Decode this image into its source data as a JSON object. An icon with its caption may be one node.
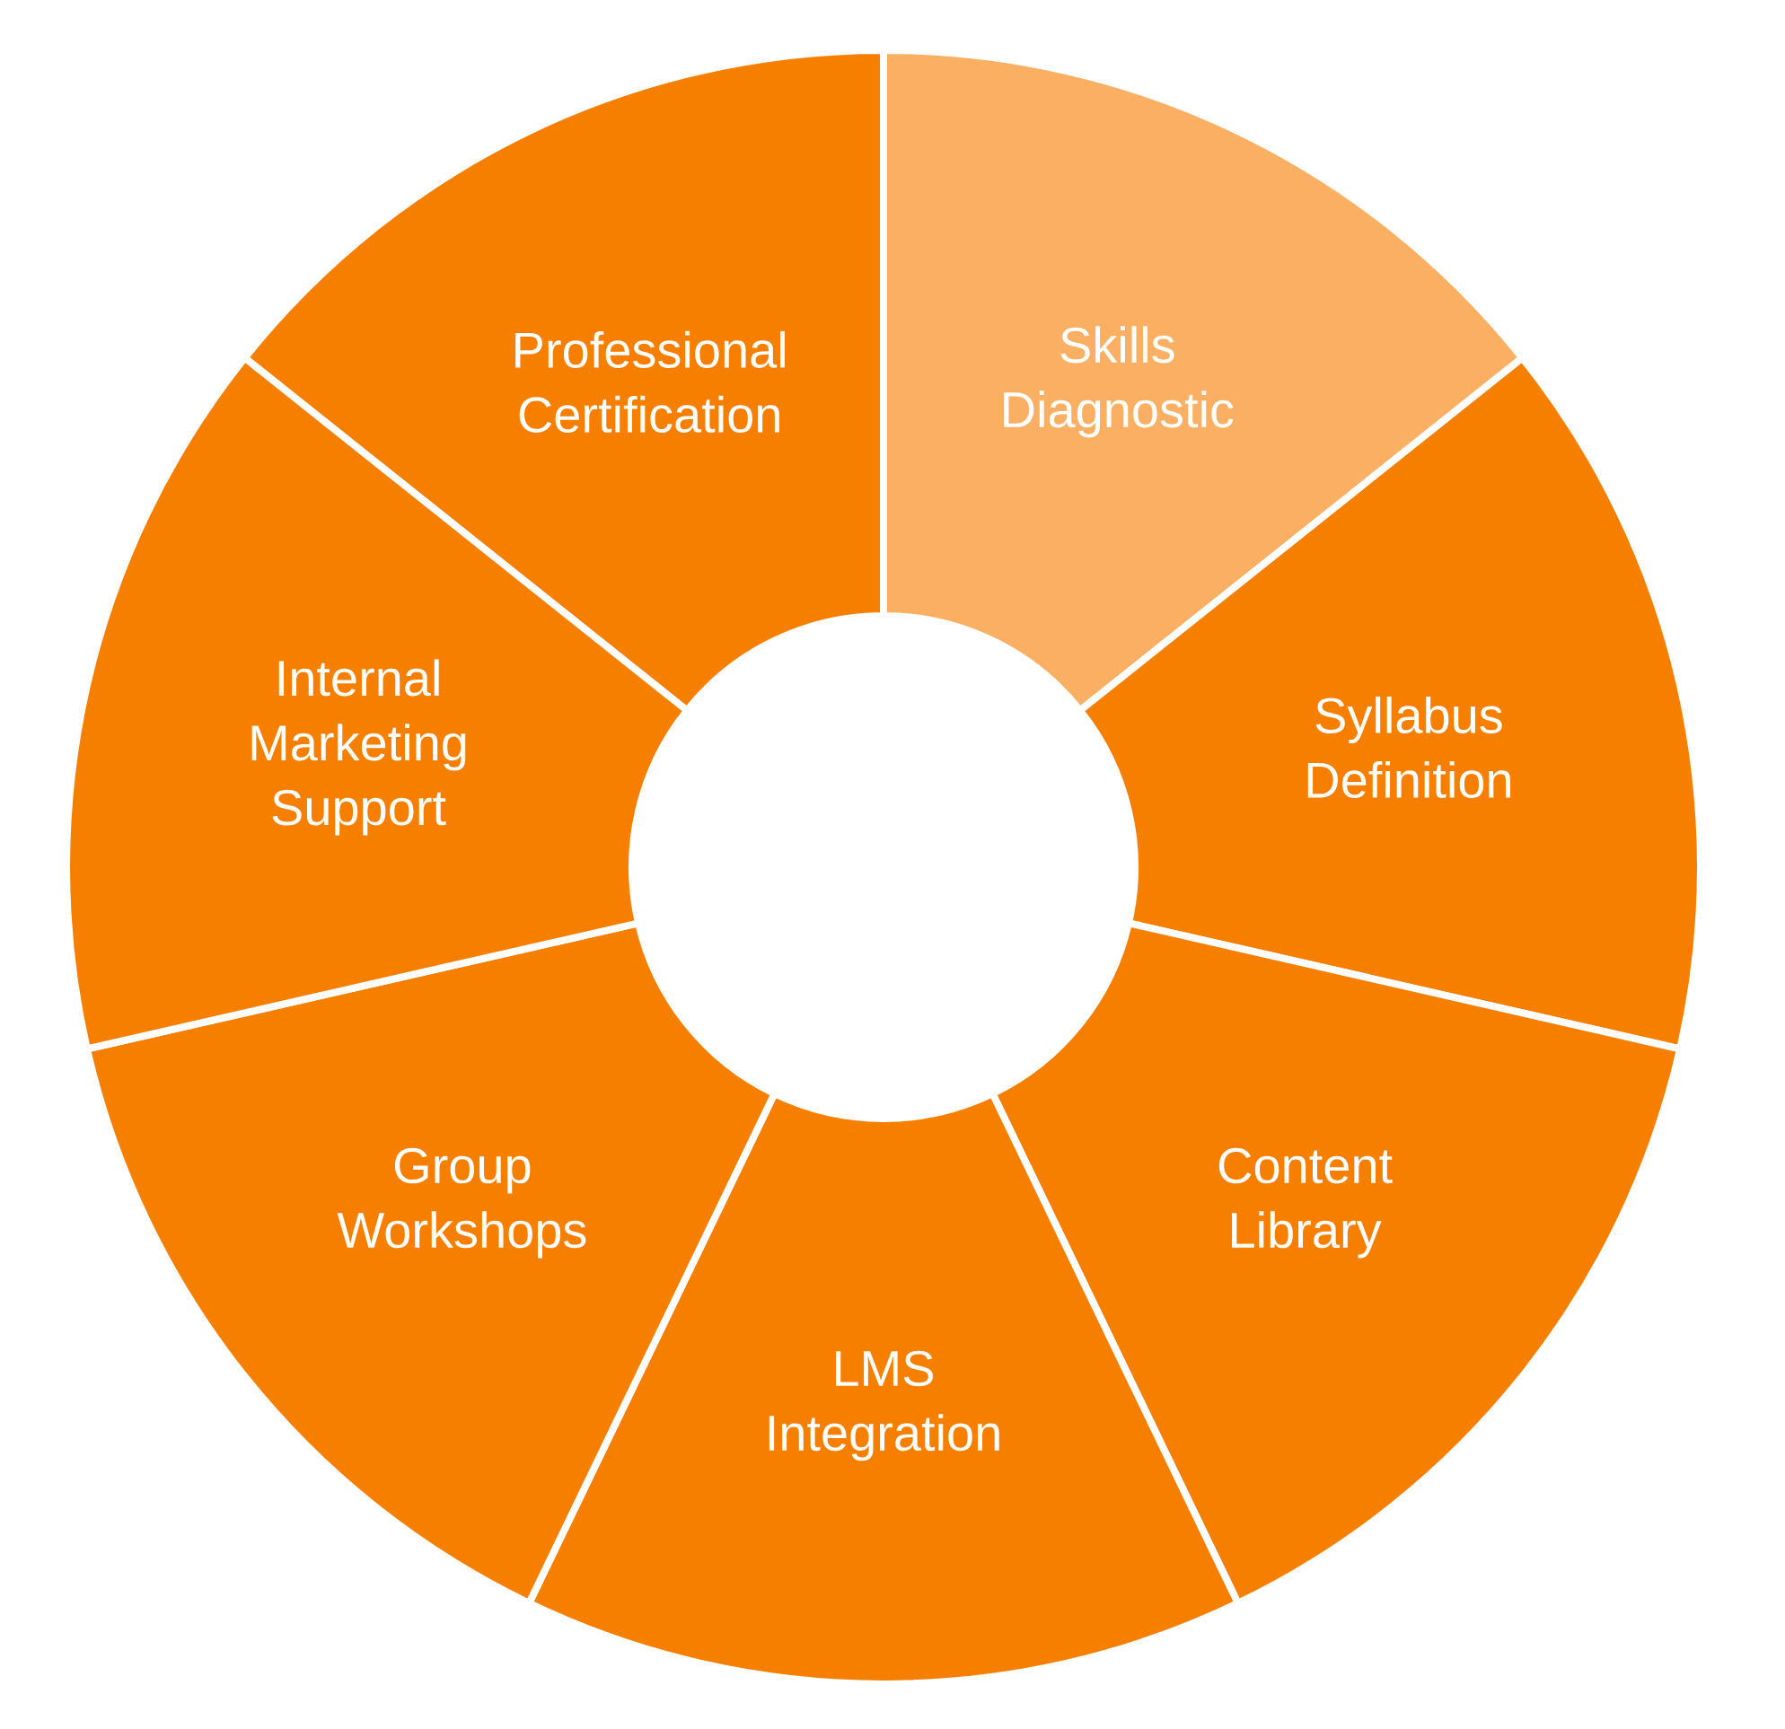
{
  "diagram": {
    "nodes": [
      {
        "text": [
          "Professional Certification"
        ]
      },
      {
        "text": [
          "Skills Diagnostic"
        ]
      },
      {
        "text": [
          "Syllabus Definition"
        ]
      },
      {
        "text": [
          "Content Library"
        ]
      },
      {
        "text": [
          "LMS Integration"
        ]
      },
      {
        "text": [
          "Group Workshops"
        ]
      },
      {
        "text": [
          "Internal Marketing Support"
        ]
      }
    ]
  }
}
